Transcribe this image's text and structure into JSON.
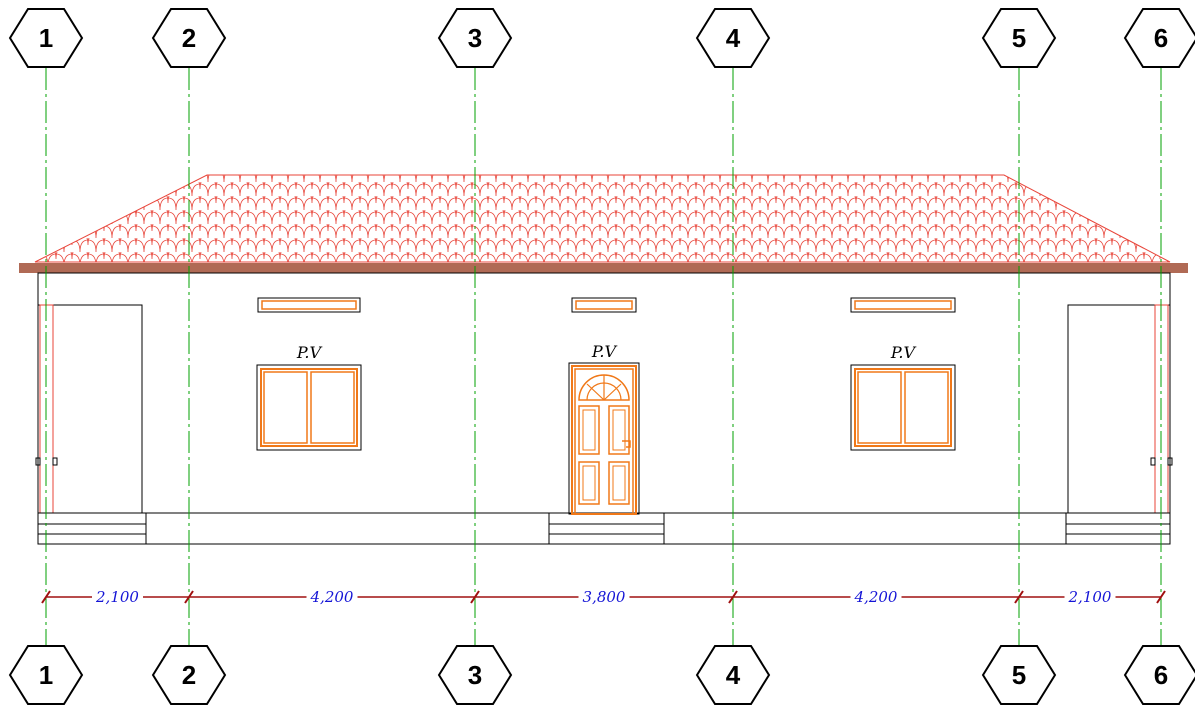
{
  "grid_axes": [
    {
      "id": "axis-1",
      "label": "1"
    },
    {
      "id": "axis-2",
      "label": "2"
    },
    {
      "id": "axis-3",
      "label": "3"
    },
    {
      "id": "axis-4",
      "label": "4"
    },
    {
      "id": "axis-5",
      "label": "5"
    },
    {
      "id": "axis-6",
      "label": "6"
    }
  ],
  "dimensions": [
    {
      "id": "dim-1-2",
      "label": "2,100"
    },
    {
      "id": "dim-2-3",
      "label": "4,200"
    },
    {
      "id": "dim-3-4",
      "label": "3,800"
    },
    {
      "id": "dim-4-5",
      "label": "4,200"
    },
    {
      "id": "dim-5-6",
      "label": "2,100"
    }
  ],
  "opening_tags": {
    "window_left": "P.V",
    "door_center": "P.V",
    "window_right": "P.V"
  },
  "colors": {
    "grid_line": "#00a000",
    "roof_tile": "#e8453a",
    "eave_band": "#b06a55",
    "opening": "#f07818",
    "dimension_line": "#a01010",
    "dimension_text": "#1515d6",
    "outline": "#000000"
  }
}
